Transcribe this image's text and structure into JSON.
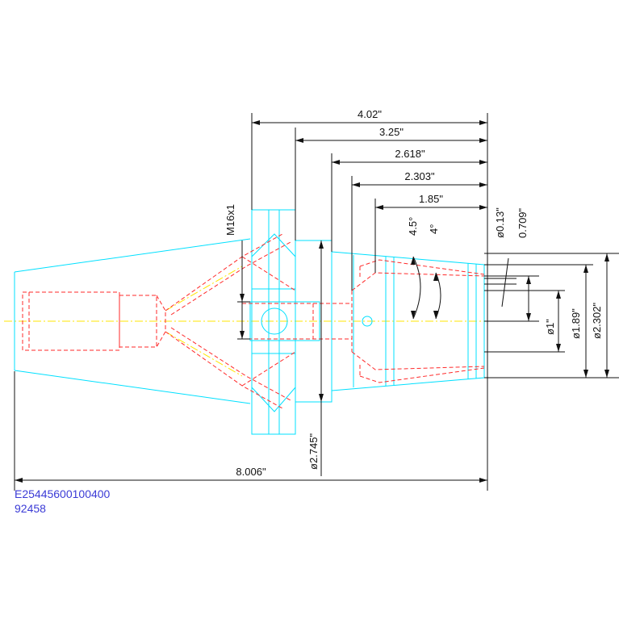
{
  "dimensions": {
    "len_4_02": "4.02\"",
    "len_3_25": "3.25\"",
    "len_2_618": "2.618\"",
    "len_2_303": "2.303\"",
    "len_1_85": "1.85\"",
    "len_8_006": "8.006\"",
    "thread": "M16x1",
    "angle_4_5": "4.5°",
    "angle_4": "4°",
    "dia_0_13": "ø0.13\"",
    "len_0_709": "0.709\"",
    "dia_1": "ø1\"",
    "dia_1_89": "ø1.89\"",
    "dia_2_302": "ø2.302\"",
    "dia_2_745": "ø2.745\""
  },
  "part_number": "E25445600100400",
  "drawing_number": "92458",
  "colors": {
    "outline": "#00e0ff",
    "hidden": "#ff2a2a",
    "centerline": "#ffe600",
    "dimension": "#111111",
    "id_text": "#3b3bd6"
  }
}
